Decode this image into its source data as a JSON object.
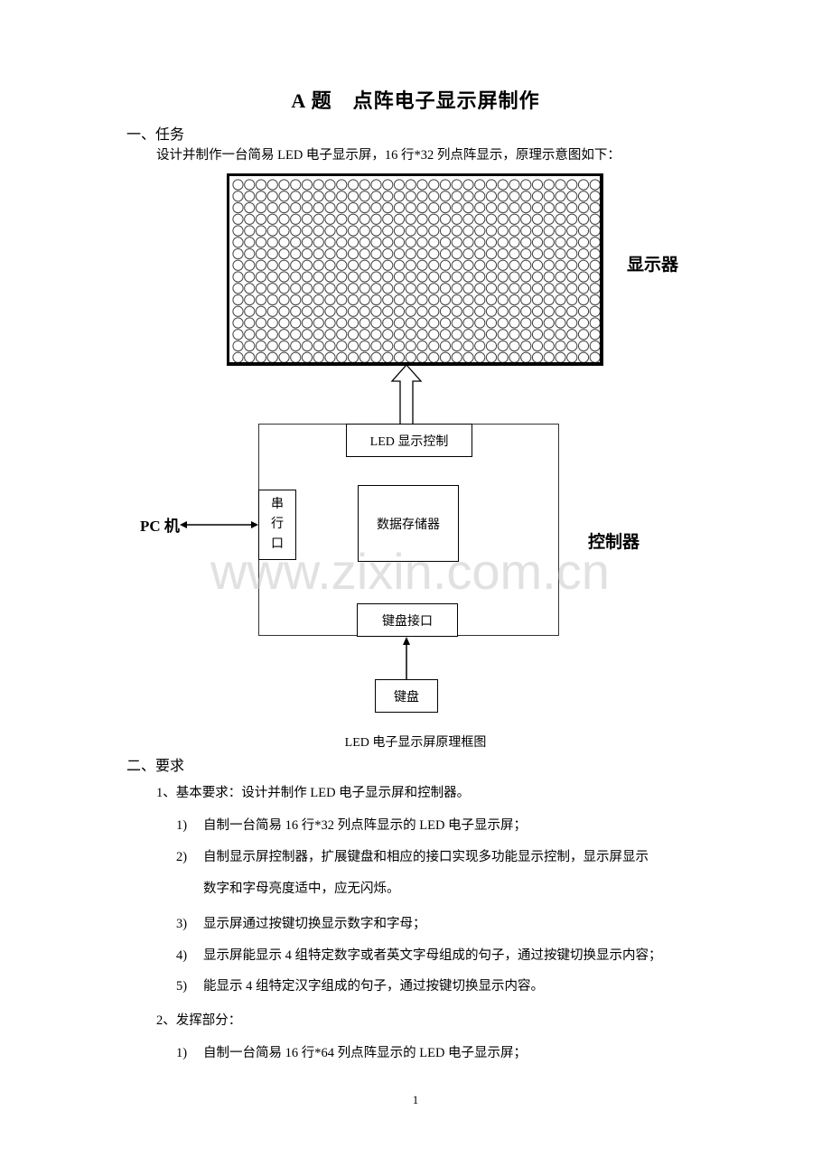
{
  "document": {
    "title": "A 题　点阵电子显示屏制作",
    "section1": {
      "heading": "一、任务",
      "text": "设计并制作一台简易 LED 电子显示屏，16 行*32 列点阵显示，原理示意图如下："
    },
    "diagram": {
      "display": {
        "label": "显示器",
        "rows": 16,
        "cols": 32
      },
      "controller": {
        "label": "控制器",
        "led_control": "LED 显示控制",
        "serial_port": [
          "串",
          "行",
          "口"
        ],
        "data_memory": "数据存储器",
        "keyboard_interface": "键盘接口"
      },
      "pc": "PC 机",
      "keyboard": "键盘",
      "caption": "LED 电子显示屏原理框图"
    },
    "section2": {
      "heading": "二、要求",
      "basic": {
        "heading": "1、基本要求：设计并制作 LED 电子显示屏和控制器。",
        "items": [
          {
            "num": "1)",
            "text": "自制一台简易 16 行*32 列点阵显示的 LED 电子显示屏；"
          },
          {
            "num": "2)",
            "text": "自制显示屏控制器，扩展键盘和相应的接口实现多功能显示控制，显示屏显示",
            "cont": "数字和字母亮度适中，应无闪烁。"
          },
          {
            "num": "3)",
            "text": "显示屏通过按键切换显示数字和字母；"
          },
          {
            "num": "4)",
            "text": "显示屏能显示 4 组特定数字或者英文字母组成的句子，通过按键切换显示内容；"
          },
          {
            "num": "5)",
            "text": "能显示 4 组特定汉字组成的句子，通过按键切换显示内容。"
          }
        ]
      },
      "extended": {
        "heading": "2、发挥部分：",
        "items": [
          {
            "num": "1)",
            "text": "自制一台简易 16 行*64 列点阵显示的 LED 电子显示屏；"
          }
        ]
      }
    },
    "watermark": "www.zixin.com.cn",
    "page_number": "1"
  }
}
